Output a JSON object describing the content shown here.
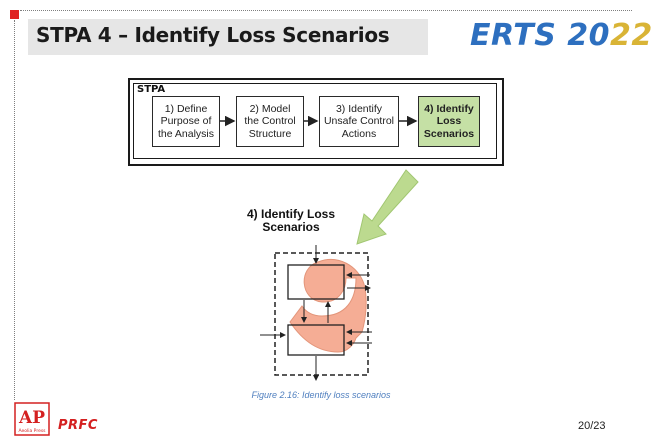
{
  "header": {
    "title": "STPA 4 – Identify Loss Scenarios",
    "logo_part1": "ERTS 20",
    "logo_part2": "22"
  },
  "stpa_box": {
    "label": "STPA",
    "steps": [
      {
        "label": "1) Define\nPurpose of\nthe Analysis",
        "highlighted": false
      },
      {
        "label": "2) Model\nthe Control\nStructure",
        "highlighted": false
      },
      {
        "label": "3) Identify\nUnsafe Control\nActions",
        "highlighted": false
      },
      {
        "label": "4) Identify\nLoss\nScenarios",
        "highlighted": true
      }
    ]
  },
  "figure": {
    "title": "4) Identify Loss\nScenarios",
    "caption": "Figure 2.16: Identify loss scenarios"
  },
  "footer": {
    "page": "20/23",
    "ap_logo_text": "AP",
    "ap_logo_subtext": "Aeolia Press",
    "prfc_text": "PRFC"
  },
  "colors": {
    "accent_red": "#e02020",
    "highlight_green": "#c5e0a5",
    "arrow_green": "#b9d98a",
    "loop_salmon": "#f4a58a",
    "logo_blue": "#2d6fbf",
    "logo_gold": "#d9b436",
    "caption_blue": "#4f7fbf"
  }
}
